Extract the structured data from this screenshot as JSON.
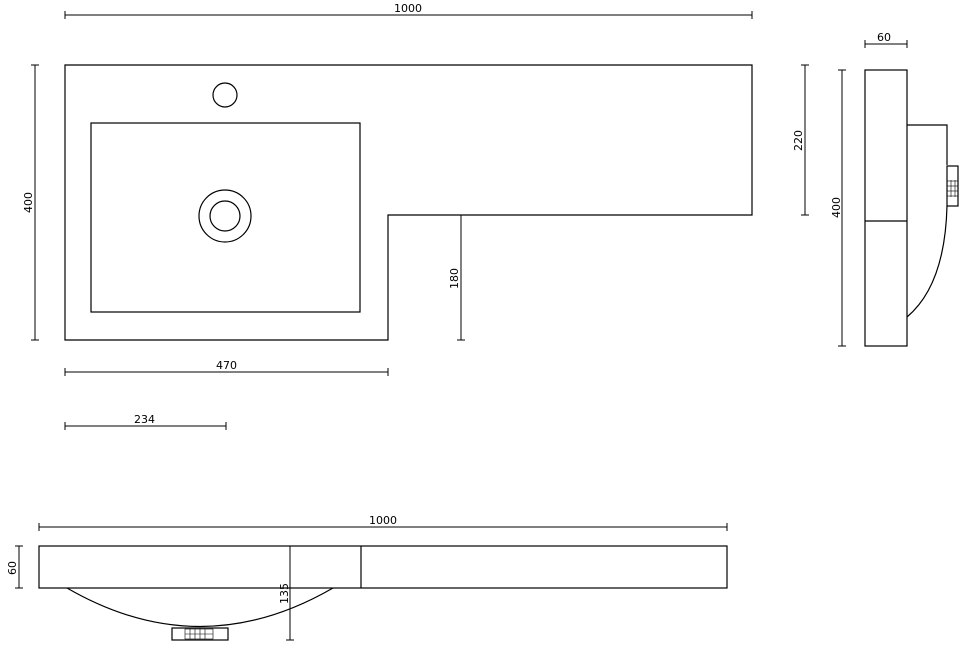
{
  "plan_view": {
    "overall_width": "1000",
    "overall_depth": "400",
    "basin_width": "470",
    "basin_centre": "234",
    "return_depth": "180"
  },
  "side_view": {
    "thickness": "60",
    "depth": "400",
    "top_depth": "220"
  },
  "front_view": {
    "overall_width": "1000",
    "thickness": "60",
    "basin_height": "135"
  }
}
